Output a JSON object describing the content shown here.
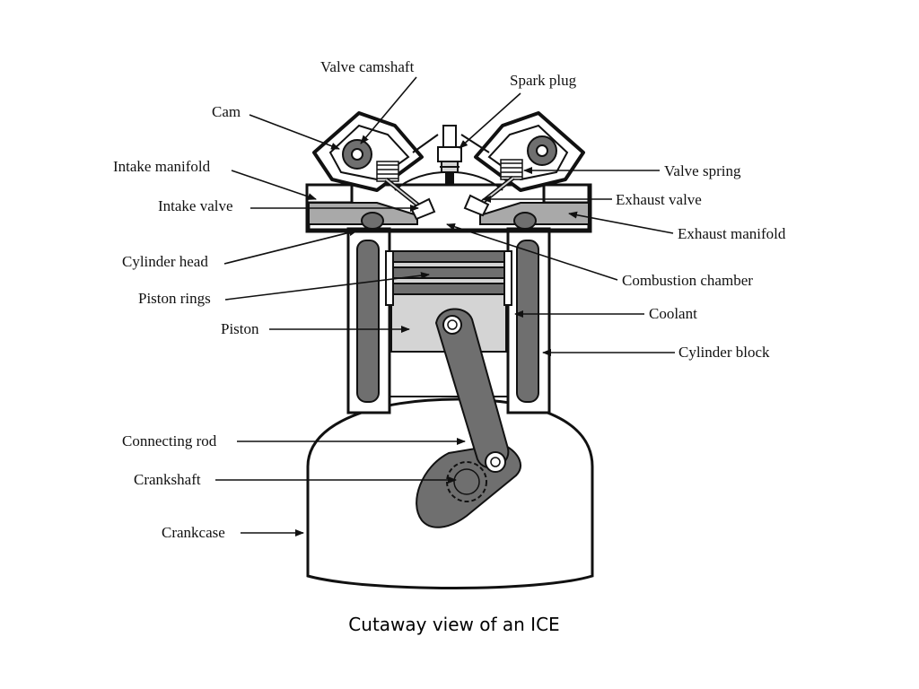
{
  "labels": {
    "valve_camshaft": "Valve camshaft",
    "spark_plug": "Spark plug",
    "cam": "Cam",
    "intake_manifold": "Intake manifold",
    "intake_valve": "Intake valve",
    "cylinder_head": "Cylinder head",
    "piston_rings": "Piston rings",
    "piston": "Piston",
    "connecting_rod": "Connecting rod",
    "crankshaft": "Crankshaft",
    "crankcase": "Crankcase",
    "valve_spring": "Valve spring",
    "exhaust_valve": "Exhaust valve",
    "exhaust_manifold": "Exhaust manifold",
    "combustion_chamber": "Combustion chamber",
    "coolant": "Coolant",
    "cylinder_block": "Cylinder block"
  },
  "caption": "Cutaway view of an ICE",
  "colors": {
    "outline": "#111111",
    "dark_fill": "#6f6f6f",
    "mid_fill": "#a9a9a9",
    "light_fill": "#d4d4d4",
    "background": "#ffffff"
  }
}
